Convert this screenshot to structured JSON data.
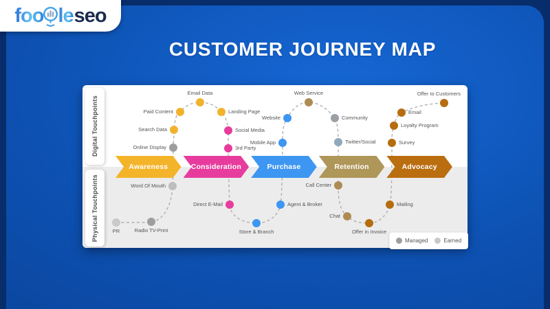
{
  "logo": {
    "text_primary": "foo",
    "text_mid": "le",
    "text_secondary": "seo"
  },
  "header": {
    "title": "CUSTOMER JOURNEY MAP"
  },
  "axes": {
    "digital_label": "Digital Touchpoints",
    "physical_label": "Physical Touchpoints"
  },
  "stages": [
    {
      "label": "Awareness",
      "color": "#F4B42A"
    },
    {
      "label": "Consideration",
      "color": "#E73C9D"
    },
    {
      "label": "Purchase",
      "color": "#3D96F2"
    },
    {
      "label": "Retention",
      "color": "#AF9659"
    },
    {
      "label": "Advocacy",
      "color": "#BA6E10"
    }
  ],
  "touchpoints": [
    {
      "label": "Email Data",
      "layer": "digital",
      "stage": "Awareness",
      "color": "#F2B22E"
    },
    {
      "label": "Paid Content",
      "layer": "digital",
      "stage": "Awareness",
      "color": "#F2B22E"
    },
    {
      "label": "Search Data",
      "layer": "digital",
      "stage": "Awareness",
      "color": "#F2B22E"
    },
    {
      "label": "Online Display",
      "layer": "digital",
      "stage": "Awareness",
      "color": "#9E9E9E"
    },
    {
      "label": "Landing Page",
      "layer": "digital",
      "stage": "Consideration",
      "color": "#F2B22E"
    },
    {
      "label": "Social Media",
      "layer": "digital",
      "stage": "Consideration",
      "color": "#E73C9D"
    },
    {
      "label": "3rd Party",
      "layer": "digital",
      "stage": "Consideration",
      "color": "#E73C9D"
    },
    {
      "label": "Website",
      "layer": "digital",
      "stage": "Purchase",
      "color": "#3D96F2"
    },
    {
      "label": "Mobile App",
      "layer": "digital",
      "stage": "Purchase",
      "color": "#3D96F2"
    },
    {
      "label": "Web Service",
      "layer": "digital",
      "stage": "Retention",
      "color": "#AD8B52"
    },
    {
      "label": "Community",
      "layer": "digital",
      "stage": "Retention",
      "color": "#9AA0A6"
    },
    {
      "label": "Twitter/Social",
      "layer": "digital",
      "stage": "Retention",
      "color": "#8FA9BC"
    },
    {
      "label": "Email",
      "layer": "digital",
      "stage": "Advocacy",
      "color": "#B66D10"
    },
    {
      "label": "Loyalty Program",
      "layer": "digital",
      "stage": "Advocacy",
      "color": "#B66D10"
    },
    {
      "label": "Survey",
      "layer": "digital",
      "stage": "Advocacy",
      "color": "#B66D10"
    },
    {
      "label": "Offer to Customers",
      "layer": "digital",
      "stage": "Advocacy",
      "color": "#B66D10"
    },
    {
      "label": "Word Of Mouth",
      "layer": "physical",
      "stage": "Awareness",
      "color": "#BDBDBD"
    },
    {
      "label": "Radio TV-Print",
      "layer": "physical",
      "stage": "Awareness",
      "color": "#9E9E9E"
    },
    {
      "label": "PR",
      "layer": "physical",
      "stage": "Awareness",
      "color": "#C9C9C9"
    },
    {
      "label": "Direct E-Mail",
      "layer": "physical",
      "stage": "Consideration",
      "color": "#E73C9D"
    },
    {
      "label": "Store & Branch",
      "layer": "physical",
      "stage": "Purchase",
      "color": "#3D96F2"
    },
    {
      "label": "Agent & Broker",
      "layer": "physical",
      "stage": "Purchase",
      "color": "#3D96F2"
    },
    {
      "label": "Call Center",
      "layer": "physical",
      "stage": "Retention",
      "color": "#AD8B52"
    },
    {
      "label": "Chat",
      "layer": "physical",
      "stage": "Retention",
      "color": "#AD8B52"
    },
    {
      "label": "Offer in Invoice",
      "layer": "physical",
      "stage": "Advocacy",
      "color": "#B66D10"
    },
    {
      "label": "Mailing",
      "layer": "physical",
      "stage": "Advocacy",
      "color": "#B66D10"
    }
  ],
  "legend": {
    "items": [
      {
        "label": "Managed",
        "color": "#9E9E9E"
      },
      {
        "label": "Earned",
        "color": "#C9C9C9"
      }
    ]
  },
  "colors": {
    "background_navy": "#082D6B",
    "background_blue": "#0D51B2",
    "card_white": "#FFFFFF",
    "physical_zone_gray": "#ECECEC",
    "title_white": "#FFFFFF"
  }
}
